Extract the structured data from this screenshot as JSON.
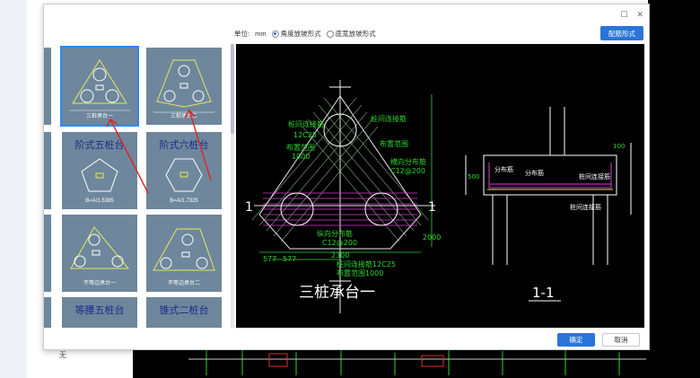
{
  "background": {
    "none_label": "无"
  },
  "dialog": {
    "unit_label": "单位:",
    "unit_value": "mm",
    "option_a": "角度放坡形式",
    "option_b": "底宽放坡形式",
    "config_button": "配筋形式",
    "ok_button": "确定",
    "cancel_button": "取消"
  },
  "thumbnails": [
    {
      "title": "",
      "caption": "三桩承台一"
    },
    {
      "title": "",
      "caption": "三桩承台二"
    },
    {
      "title": "阶式五桩台",
      "caption": "B=A/1.5385"
    },
    {
      "title": "阶式六桩台",
      "caption": "B=A/1.7325"
    },
    {
      "title": "",
      "caption": "不等边承台一"
    },
    {
      "title": "",
      "caption": "不等边承台二"
    },
    {
      "title": "等腰五桩台",
      "caption": ""
    },
    {
      "title": "锥式二桩台",
      "caption": ""
    }
  ],
  "preview": {
    "plan_title": "三桩承台一",
    "section_title": "1-1",
    "section_mark": "1",
    "labels": {
      "pile_link_rebar": "桩间连接筋",
      "layout_range": "布置范围",
      "cross_dist": "横向分布筋",
      "cross_dist_spec": "C12@200",
      "long_dist": "纵向分布筋",
      "long_dist_spec": "C12@200",
      "bottom_link": "桩间连接筋12C25",
      "bottom_range": "布置范围1000",
      "spec_top": "12C25",
      "range_top": "1000",
      "dist_rebar": "分布筋",
      "pile_link_short": "桩间连接筋",
      "dim_577": "577",
      "dim_2000": "2000",
      "dim_2300": "2300",
      "dim_1000": "1000",
      "dim_500": "500",
      "dim_100": "100"
    }
  }
}
